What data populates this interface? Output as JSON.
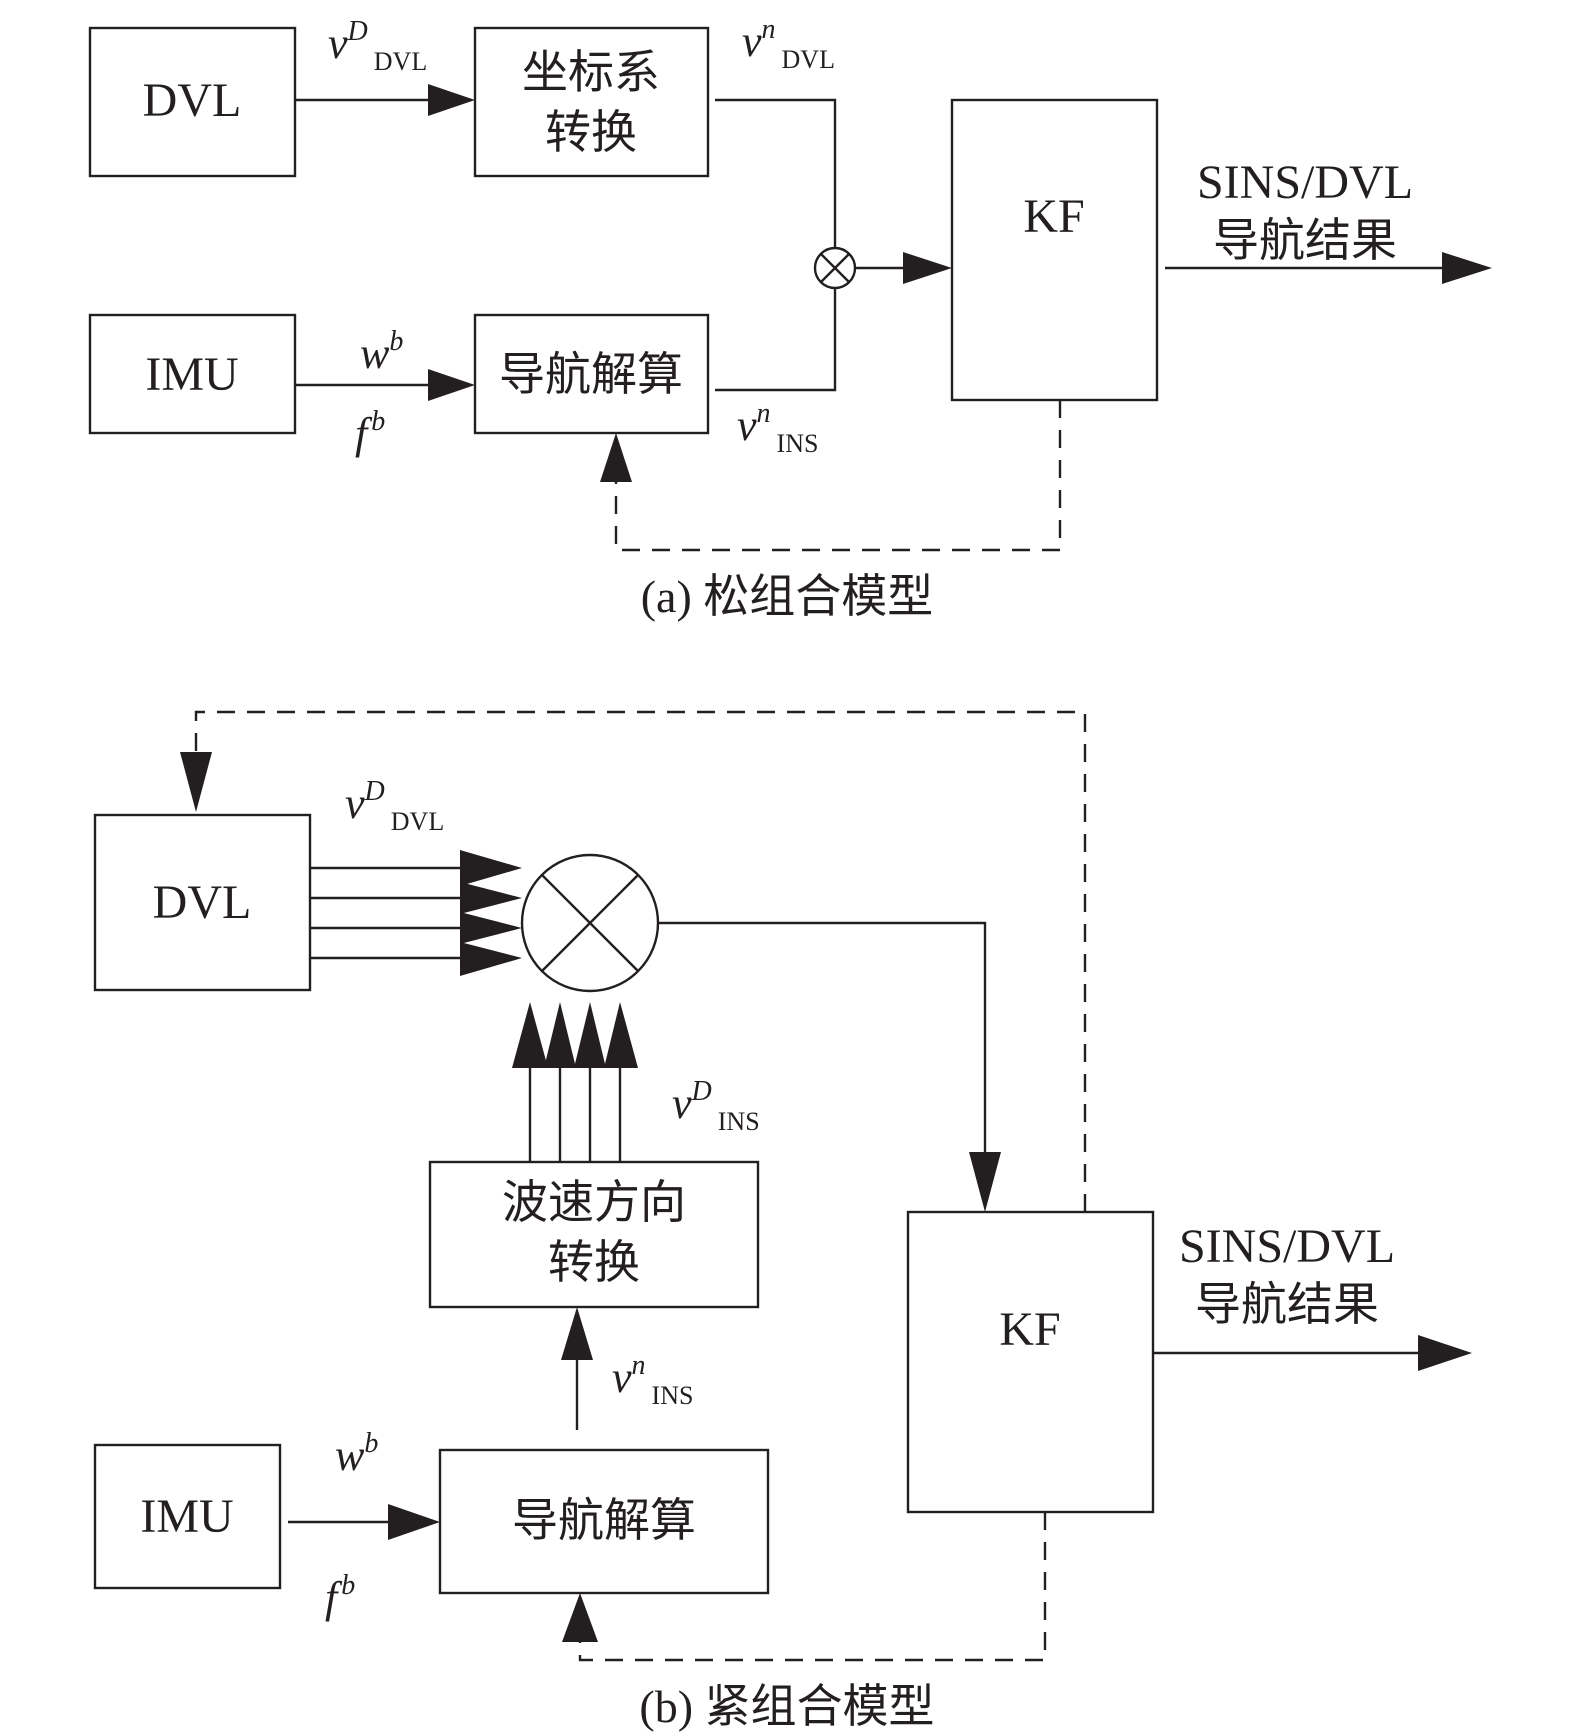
{
  "panel_a": {
    "dvl": "DVL",
    "coord_line1": "坐标系",
    "coord_line2": "转换",
    "imu": "IMU",
    "nav_solve": "导航解算",
    "kf": "KF",
    "result_line1": "SINS/DVL",
    "result_line2": "导航结果",
    "v_dvl_d": {
      "base": "v",
      "sup": "D",
      "sub": "DVL"
    },
    "v_dvl_n": {
      "base": "v",
      "sup": "n",
      "sub": "DVL"
    },
    "v_ins_n": {
      "base": "v",
      "sup": "n",
      "sub": "INS"
    },
    "w_b": {
      "base": "w",
      "sup": "b"
    },
    "f_b": {
      "base": "f",
      "sup": "b"
    },
    "caption": "(a) 松组合模型"
  },
  "panel_b": {
    "dvl": "DVL",
    "beam_line1": "波速方向",
    "beam_line2": "转换",
    "imu": "IMU",
    "nav_solve": "导航解算",
    "kf": "KF",
    "result_line1": "SINS/DVL",
    "result_line2": "导航结果",
    "v_dvl_d": {
      "base": "v",
      "sup": "D",
      "sub": "DVL"
    },
    "v_ins_d": {
      "base": "v",
      "sup": "D",
      "sub": "INS"
    },
    "v_ins_n": {
      "base": "v",
      "sup": "n",
      "sub": "INS"
    },
    "w_b": {
      "base": "w",
      "sup": "b"
    },
    "f_b": {
      "base": "f",
      "sup": "b"
    },
    "caption": "(b) 紧组合模型"
  }
}
